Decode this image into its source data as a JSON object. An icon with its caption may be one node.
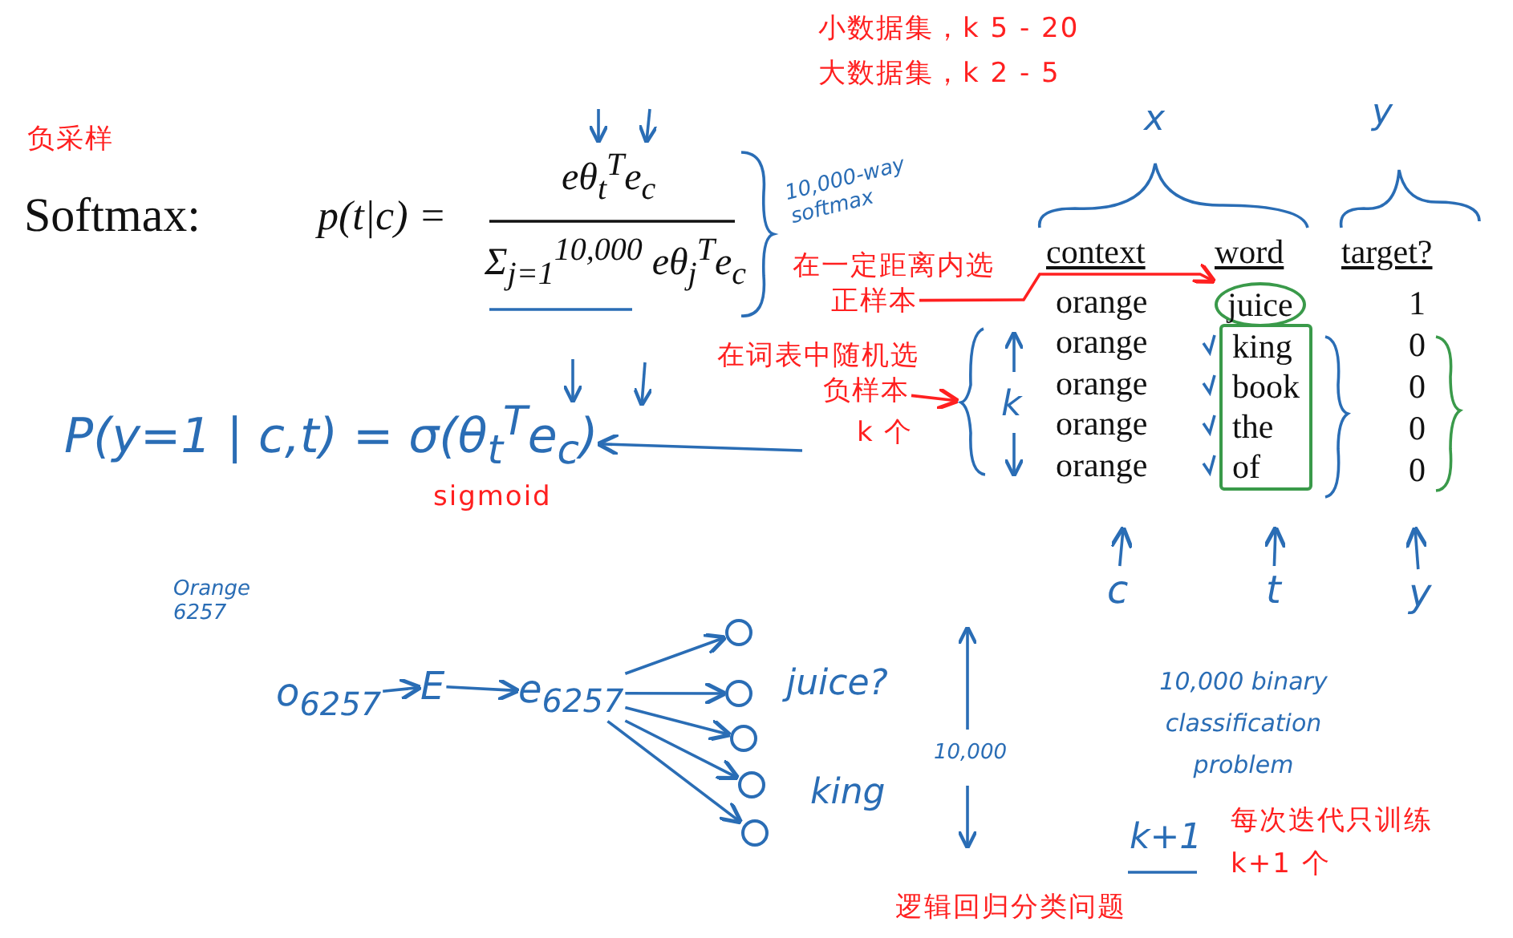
{
  "diagram": {
    "nodes": [
      {
        "text": [
          "正样本"
        ]
      },
      {
        "text": [
          "juice"
        ]
      },
      {
        "text": [
          "king",
          "book",
          "the",
          "of"
        ]
      },
      {
        "text": [
          "负样本"
        ]
      },
      {
        "text": [],
        "shape": "brace"
      },
      {
        "text": [
          "P(y=1 | c,t) = σ(θ$_{t}$$^{T}$e$_{c}$)"
        ],
        "beside": [
          "sigmoid"
        ]
      },
      {
        "text": [
          "c"
        ]
      },
      {
        "text": [
          "t"
        ]
      },
      {
        "text": [
          "y"
        ]
      },
      {
        "text": [
          "o$_{6257}$"
        ]
      },
      {
        "text": [
          "E"
        ]
      },
      {
        "text": [
          "e$_{6257}$"
        ]
      },
      {
        "text": [],
        "shape": "circle"
      },
      {
        "text": [],
        "shape": "circle"
      },
      {
        "text": [],
        "shape": "circle"
      },
      {
        "text": [],
        "shape": "circle"
      },
      {
        "text": [],
        "shape": "circle"
      }
    ],
    "edges": [
      {
        "from": 0,
        "to": 1,
        "arrow": "to",
        "color": "#ff2020"
      },
      {
        "from": 3,
        "to": 4,
        "arrow": "to",
        "color": "#ff2020"
      },
      {
        "from": null,
        "to": 5,
        "arrow": "to"
      },
      {
        "from": 6,
        "to": null,
        "arrow": "to"
      },
      {
        "from": 7,
        "to": null,
        "arrow": "to"
      },
      {
        "from": 8,
        "to": null,
        "arrow": "to"
      },
      {
        "from": 9,
        "to": 10,
        "arrow": "to"
      },
      {
        "from": 10,
        "to": 11,
        "arrow": "to"
      },
      {
        "from": 11,
        "to": 12,
        "arrow": "to"
      },
      {
        "from": 11,
        "to": 13,
        "arrow": "to"
      },
      {
        "from": 11,
        "to": 14,
        "arrow": "to"
      },
      {
        "from": 11,
        "to": 15,
        "arrow": "to"
      },
      {
        "from": 11,
        "to": 16,
        "arrow": "to"
      }
    ],
    "labels": [
      "小数据集，k 5 - 20",
      "大数据集，k 2 - 5",
      "x",
      "y",
      "负采样",
      "Softmax:",
      "p(t|c) =",
      "eθ$_{t}$$^{T}$e$_{c}$",
      "Σ$_{j=1}$$^{10,000}$ eθ$_{j}$$^{T}$e$_{c}$",
      "10,000-way softmax",
      "context",
      "word",
      "target?",
      "在一定距离内选",
      "orange",
      "1",
      "orange",
      "0",
      "在词表中随机选",
      "orange",
      "0",
      "k",
      "orange",
      "0",
      "k 个",
      "orange",
      "0",
      "Orange 6257",
      "juice?",
      "king",
      "10,000",
      "10,000 binary classification problem",
      "每次迭代只训练",
      "k+1",
      "k+1 个",
      "逻辑回归分类问题"
    ]
  }
}
